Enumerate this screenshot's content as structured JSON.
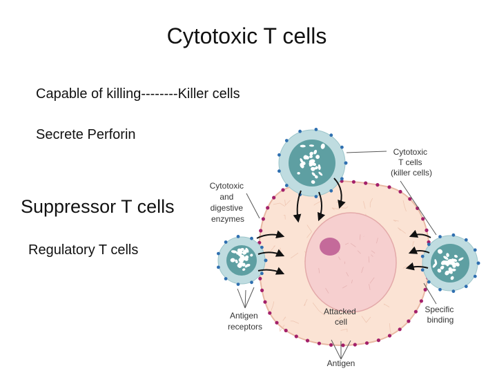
{
  "slide": {
    "title": "Cytotoxic T cells",
    "bullets": {
      "killer": "Capable of killing--------Killer cells",
      "perforin": "Secrete Perforin",
      "suppressor_heading": "Suppressor T cells",
      "regulatory": "Regulatory T cells"
    }
  },
  "diagram": {
    "labels": {
      "cytotoxic_t_cells": [
        "Cytotoxic",
        "T cells",
        "(killer cells)"
      ],
      "cytotoxic_enzymes": [
        "Cytotoxic",
        "and",
        "digestive",
        "enzymes"
      ],
      "antigen_receptors": [
        "Antigen",
        "receptors"
      ],
      "attacked_cell": [
        "Attacked",
        "cell"
      ],
      "specific_binding": [
        "Specific",
        "binding"
      ],
      "antigen": [
        "Antigen"
      ]
    },
    "colors": {
      "attacked_cell_fill": "#fbe3d4",
      "attacked_cell_stroke": "#e9b9a4",
      "nucleus_fill": "#f6cfcf",
      "nucleolus_fill": "#c46a9a",
      "antigen_dot": "#a3206a",
      "tcell_outer": "#bfdce0",
      "tcell_inner": "#5e9fa2",
      "receptor_dot": "#2f6fb0",
      "arrow": "#111111"
    }
  }
}
